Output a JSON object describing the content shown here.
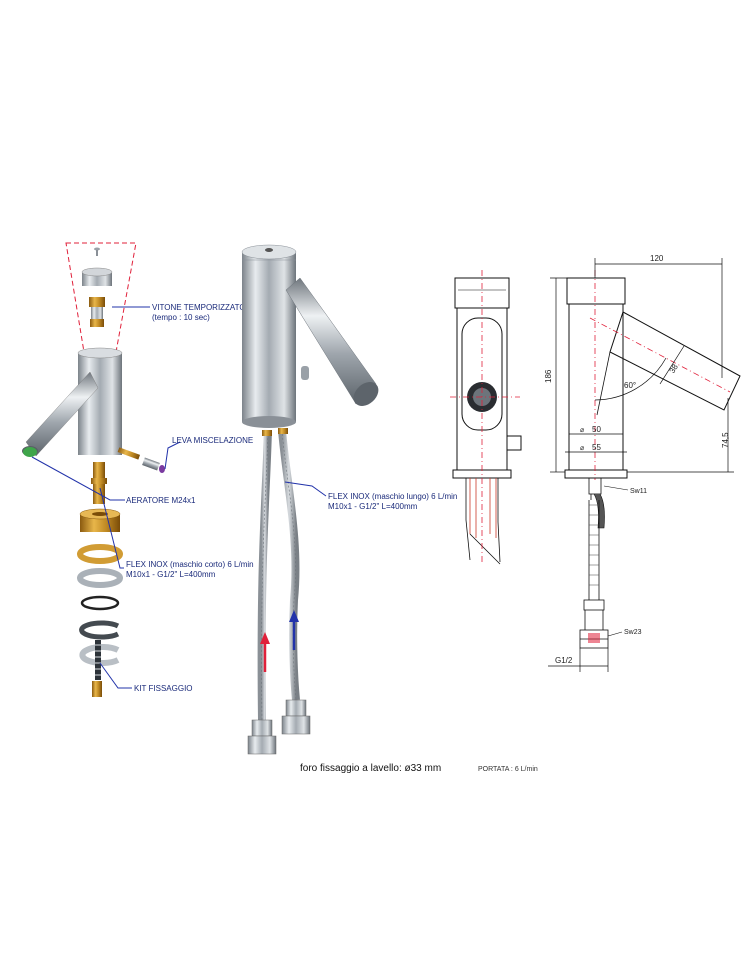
{
  "exploded_view": {
    "callouts": {
      "vitone_line1": "VITONE TEMPORIZZATO",
      "vitone_line2": "(tempo : 10 sec)",
      "leva": "LEVA MISCELAZIONE",
      "aeratore": "AERATORE M24x1",
      "flex_corto_line1": "FLEX INOX (maschio corto) 6 L/min",
      "flex_corto_line2": "M10x1 - G1/2\" L=400mm",
      "kit": "KIT FISSAGGIO"
    }
  },
  "assembled_view": {
    "callouts": {
      "flex_lungo_line1": "FLEX INOX (maschio lungo) 6 L/min",
      "flex_lungo_line2": "M10x1 - G1/2\" L=400mm"
    },
    "hose_colors": {
      "hot": "#e0203a",
      "cold": "#2233aa"
    }
  },
  "technical_view": {
    "dimensions": {
      "width": "120",
      "height": "186",
      "spout_height": "74,5",
      "angle": "60°",
      "spout_diameter": "38",
      "body_diameter_top": "50",
      "body_diameter_base": "55",
      "wrench_top": "Sw11",
      "wrench_bottom": "Sw23",
      "thread": "G1/2"
    }
  },
  "footer": {
    "mounting_hole": "foro fissaggio a lavello: ø33 mm",
    "flow_rate": "PORTATA : 6 L/min"
  }
}
